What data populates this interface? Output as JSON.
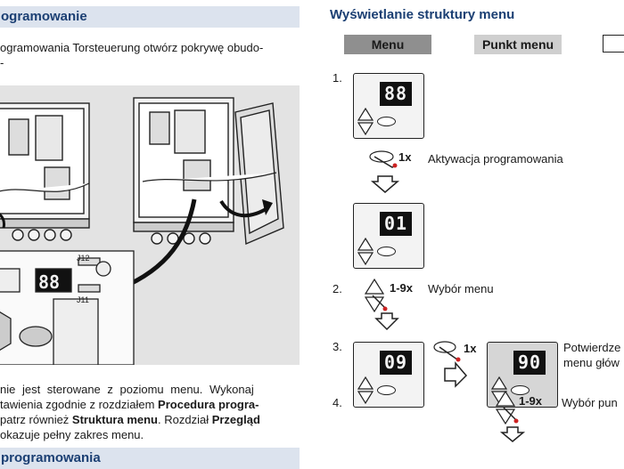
{
  "left": {
    "heading": "ogramowanie",
    "intro_line1": "ogramowania Torsteuerung otwórz pokrywę obudo-",
    "intro_line2": "-",
    "jumper_label_1": "J12",
    "jumper_label_2": "J11",
    "display_value": "88",
    "para_line1": "nie jest sterowane z poziomu menu. Wykonaj",
    "para_line2a": "tawienia zgodnie z rozdziałem ",
    "para_line2b": "Procedura progra-",
    "para_line3a": "patrz również ",
    "para_line3b": "Struktura menu",
    "para_line3c": ". Rozdział ",
    "para_line3d": "Przegląd",
    "para_line4": "okazuje pełny zakres menu.",
    "heading2": "programowania"
  },
  "right": {
    "heading": "Wyświetlanie struktury menu",
    "col_menu": "Menu",
    "col_point": "Punkt menu",
    "step1": "1.",
    "step2": "2.",
    "step3": "3.",
    "step4": "4.",
    "disp1": "88",
    "disp2": "01",
    "disp3": "09",
    "disp4": "90",
    "count_1x_a": "1x",
    "activation_text": "Aktywacja programowania",
    "count_19_a": "1-9x",
    "choose_menu_text": "Wybór menu",
    "count_1x_b": "1x",
    "confirm_line1": "Potwierdze",
    "confirm_line2": "menu głów",
    "count_19_b": "1-9x",
    "choose_point_text": "Wybór pun"
  }
}
